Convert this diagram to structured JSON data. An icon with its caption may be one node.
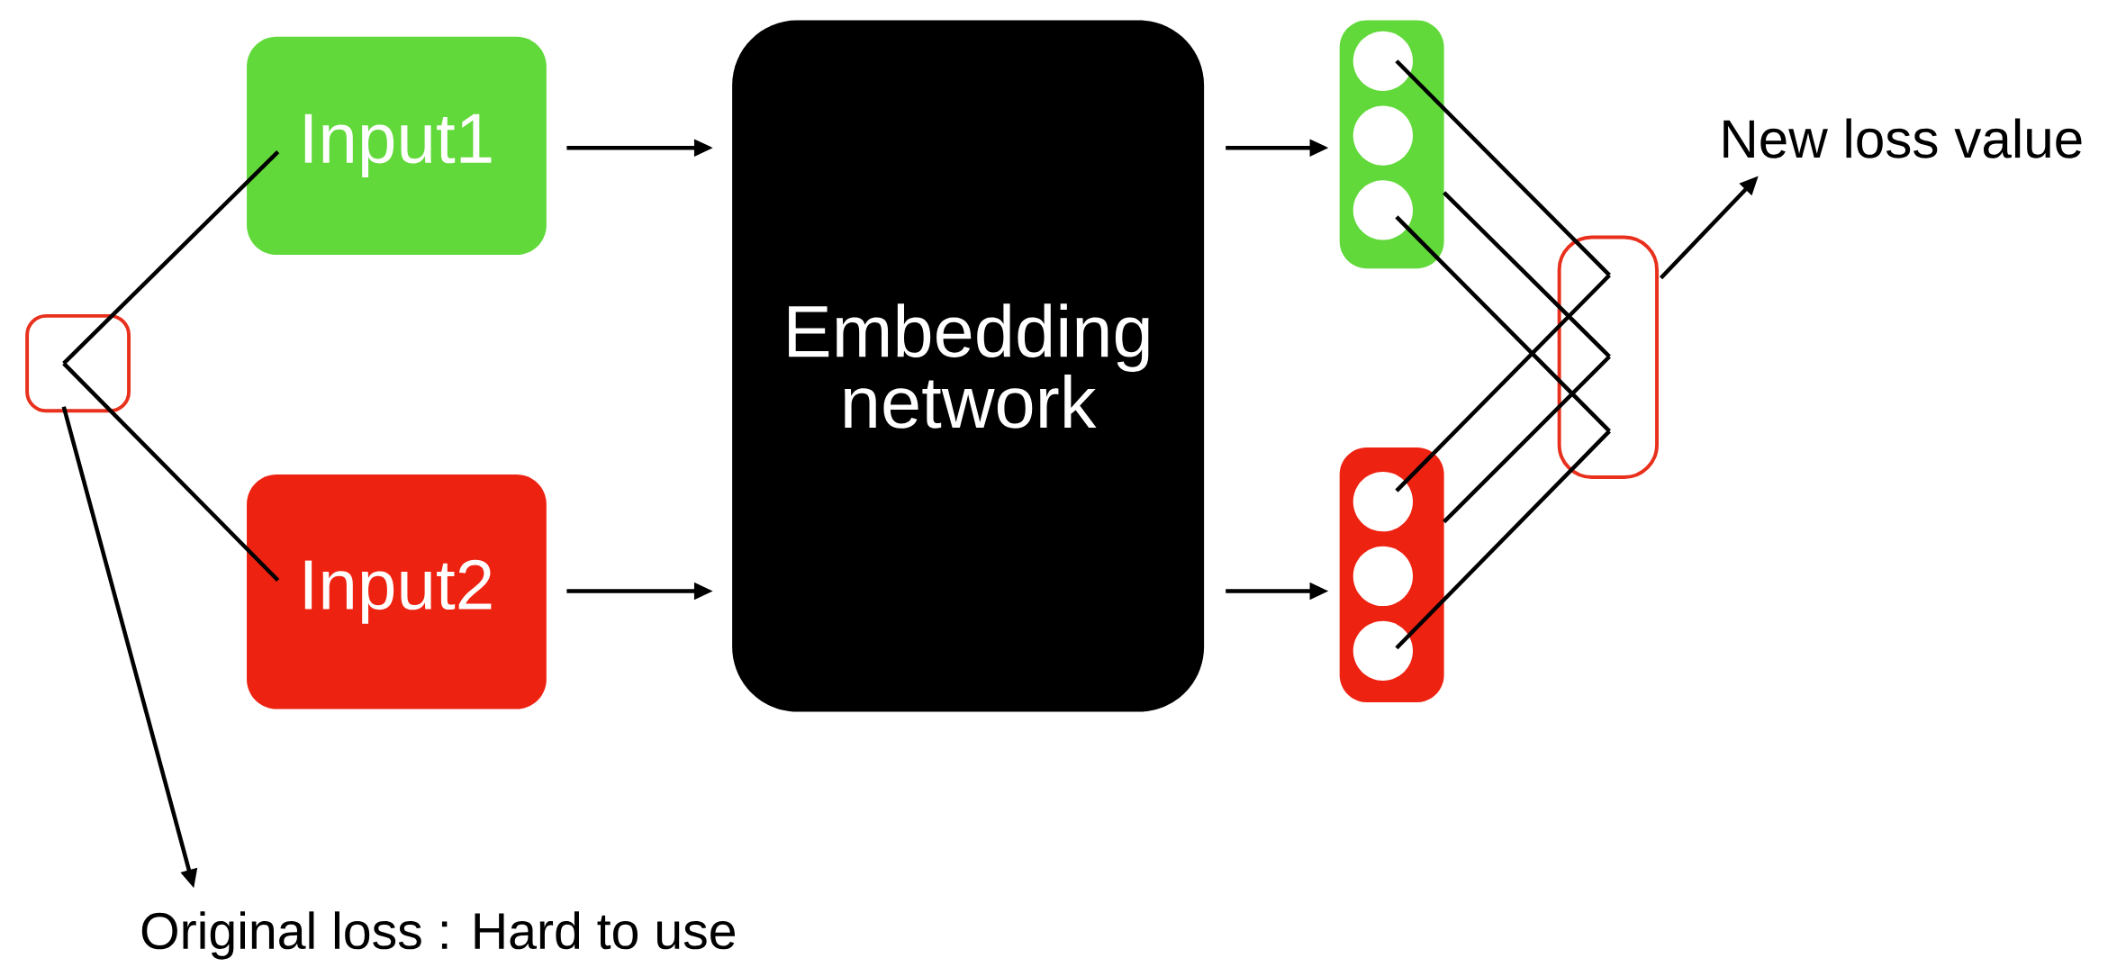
{
  "diagram": {
    "nodes": [
      {
        "text": [],
        "shape": "box"
      },
      {
        "text": [
          "Input1"
        ]
      },
      {
        "text": [
          "Input2"
        ]
      },
      {
        "text": [
          "Embedding network"
        ]
      },
      {
        "text": [],
        "shape": "bar"
      },
      {
        "text": [],
        "shape": "circle",
        "in": 4
      },
      {
        "text": [],
        "shape": "circle",
        "in": 4
      },
      {
        "text": [],
        "shape": "circle",
        "in": 4
      },
      {
        "text": [],
        "shape": "bar"
      },
      {
        "text": [],
        "shape": "circle",
        "in": 8
      },
      {
        "text": [],
        "shape": "circle",
        "in": 8
      },
      {
        "text": [],
        "shape": "circle",
        "in": 8
      },
      {
        "text": [],
        "shape": "box"
      },
      {
        "text": [
          "New loss value"
        ]
      },
      {
        "text": [
          "Original loss : Hard to use"
        ]
      }
    ],
    "edges": [
      {
        "from": 0,
        "to": 1,
        "arrow": "none"
      },
      {
        "from": 0,
        "to": 2,
        "arrow": "none"
      },
      {
        "from": 0,
        "to": 14,
        "arrow": "to"
      },
      {
        "from": 1,
        "to": 3,
        "arrow": "to"
      },
      {
        "from": 2,
        "to": 3,
        "arrow": "to"
      },
      {
        "from": 3,
        "to": 4,
        "arrow": "to"
      },
      {
        "from": 3,
        "to": 8,
        "arrow": "to"
      },
      {
        "from": 5,
        "to": 12,
        "arrow": "none"
      },
      {
        "from": 4,
        "to": 12,
        "arrow": "none"
      },
      {
        "from": 7,
        "to": 12,
        "arrow": "none"
      },
      {
        "from": 9,
        "to": 12,
        "arrow": "none"
      },
      {
        "from": 8,
        "to": 12,
        "arrow": "none"
      },
      {
        "from": 11,
        "to": 12,
        "arrow": "none"
      },
      {
        "from": 12,
        "to": 13,
        "arrow": "to"
      }
    ]
  }
}
